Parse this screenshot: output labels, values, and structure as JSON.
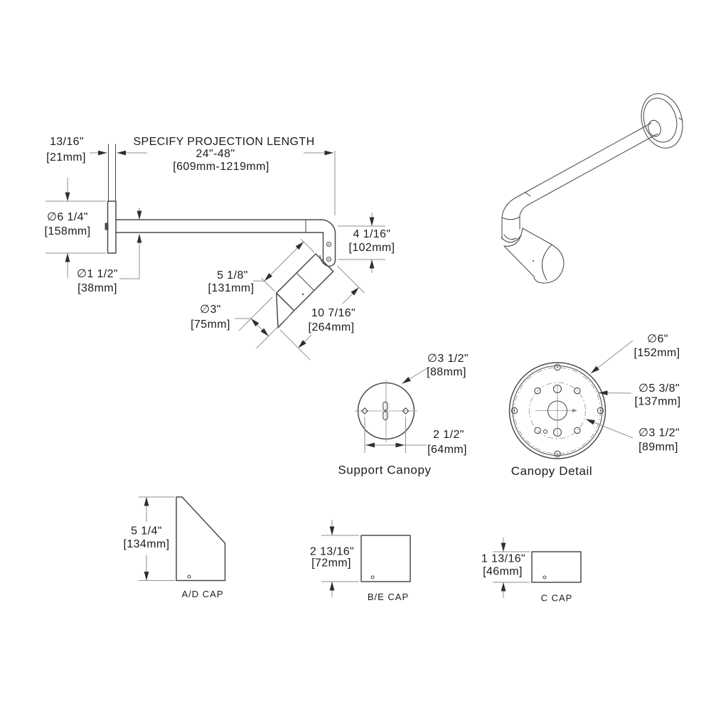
{
  "drawing": {
    "main_view": {
      "thickness_in": "13/16\"",
      "thickness_mm": "[21mm]",
      "projection_title": "SPECIFY PROJECTION LENGTH",
      "projection_range_in": "24\"-48\"",
      "projection_range_mm": "[609mm-1219mm]",
      "backplate_dia_in": "∅6 1/4\"",
      "backplate_dia_mm": "[158mm]",
      "arm_dia_in": "∅1 1/2\"",
      "arm_dia_mm": "[38mm]",
      "elbow_drop_in": "4 1/16\"",
      "elbow_drop_mm": "[102mm]",
      "shade_length_in": "5 1/8\"",
      "shade_length_mm": "[131mm]",
      "shade_dia_in": "∅3\"",
      "shade_dia_mm": "[75mm]",
      "head_length_in": "10 7/16\"",
      "head_length_mm": "[264mm]"
    },
    "support_canopy": {
      "title": "Support Canopy",
      "dia_in": "∅3 1/2\"",
      "dia_mm": "[88mm]",
      "hole_spacing_in": "2 1/2\"",
      "hole_spacing_mm": "[64mm]"
    },
    "canopy_detail": {
      "title": "Canopy Detail",
      "outer_dia_in": "∅6\"",
      "outer_dia_mm": "[152mm]",
      "bolt_circle_dia_in": "∅5 3/8\"",
      "bolt_circle_dia_mm": "[137mm]",
      "inner_circle_dia_in": "∅3 1/2\"",
      "inner_circle_dia_mm": "[89mm]"
    },
    "caps": {
      "ad": {
        "label": "A/D CAP",
        "height_in": "5 1/4\"",
        "height_mm": "[134mm]"
      },
      "be": {
        "label": "B/E CAP",
        "height_in": "2 13/16\"",
        "height_mm": "[72mm]"
      },
      "c": {
        "label": "C CAP",
        "height_in": "1 13/16\"",
        "height_mm": "[46mm]"
      }
    },
    "colors": {
      "object_line": "#4a4a4a",
      "dim_line": "#8f8f8f",
      "text_color": "#1c1c1c",
      "arrow_color": "#2e2e2e",
      "background": "#ffffff"
    }
  }
}
